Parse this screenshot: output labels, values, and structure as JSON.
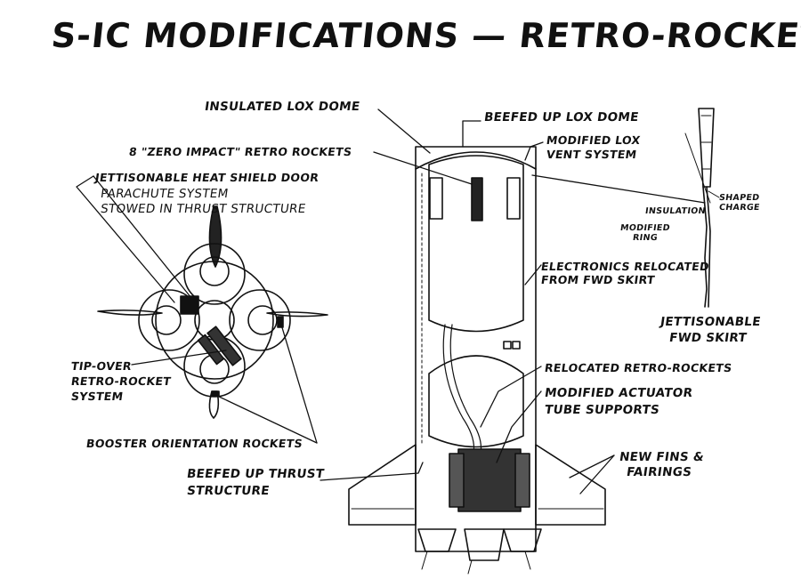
{
  "title": "S-IC MODIFICATIONS — RETRO-ROCKET",
  "labels": {
    "insulated_lox_dome": "INSULATED LOX DOME",
    "beefed_up_lox_dome": "BEEFED UP LOX DOME",
    "zero_impact_retro": "8 \"ZERO IMPACT\" RETRO ROCKETS",
    "modified_lox_vent_1": "MODIFIED LOX",
    "modified_lox_vent_2": "VENT SYSTEM",
    "jettisonable_heat_shield": "JETTISONABLE HEAT SHIELD DOOR",
    "parachute_1": "PARACHUTE SYSTEM",
    "parachute_2": "STOWED IN THRUST STRUCTURE",
    "shaped_1": "SHAPED",
    "shaped_2": "CHARGE",
    "insulation": "INSULATION",
    "modified_ring_1": "MODIFIED",
    "modified_ring_2": "RING",
    "electronics_1": "ELECTRONICS RELOCATED",
    "electronics_2": "FROM FWD SKIRT",
    "jettisonable_skirt_1": "JETTISONABLE",
    "jettisonable_skirt_2": "FWD SKIRT",
    "tip_over_1": "TIP-OVER",
    "tip_over_2": "RETRO-ROCKET",
    "tip_over_3": "SYSTEM",
    "relocated_retro": "RELOCATED RETRO-ROCKETS",
    "modified_actuator_1": "MODIFIED ACTUATOR",
    "modified_actuator_2": "TUBE SUPPORTS",
    "booster_orientation": "BOOSTER ORIENTATION ROCKETS",
    "new_fins_1": "NEW FINS &",
    "new_fins_2": "FAIRINGS",
    "thrust_structure_1": "BEEFED UP THRUST",
    "thrust_structure_2": "STRUCTURE"
  }
}
